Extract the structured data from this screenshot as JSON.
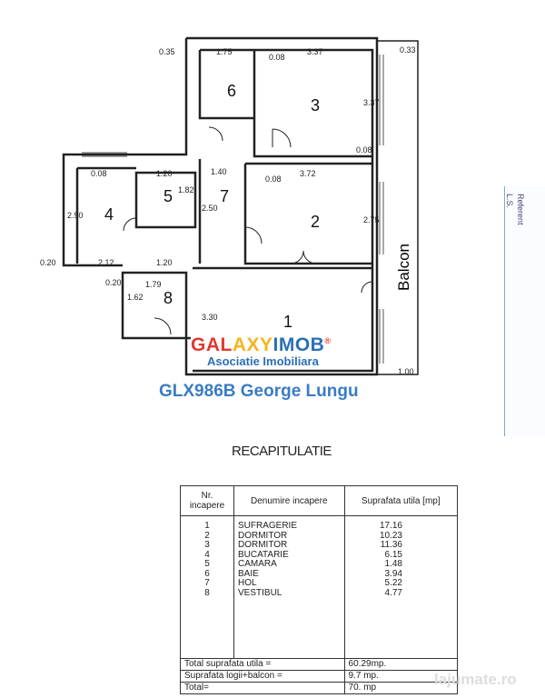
{
  "plan": {
    "rooms": [
      "1",
      "2",
      "3",
      "4",
      "5",
      "6",
      "7",
      "8"
    ],
    "balcony_label": "Balcon",
    "dimensions": [
      "0.35",
      "1.75",
      "0.08",
      "3.37",
      "0.33",
      "0.08",
      "3.72",
      "2.75",
      "2.90",
      "2.12",
      "1.20",
      "1.40",
      "1.62",
      "1.79",
      "3.30",
      "1.20",
      "0.20",
      "0.20",
      "2.50",
      "1.00",
      "3.37",
      "1.82",
      "0.08",
      "0.08"
    ]
  },
  "watermark": {
    "brand_parts": [
      "GAL",
      "AXY",
      "IMOB"
    ],
    "registered": "®",
    "tagline": "Asociatie Imobiliara",
    "agent": "GLX986B George Lungu",
    "site": "lajumate.ro"
  },
  "recap": {
    "title": "RECAPITULATIE",
    "headers": [
      "Nr. incapere",
      "Denumire incapere",
      "Suprafata utila [mp]"
    ],
    "rows": [
      {
        "nr": "1",
        "name": "SUFRAGERIE",
        "area": "17.16"
      },
      {
        "nr": "2",
        "name": "DORMITOR",
        "area": "10.23"
      },
      {
        "nr": "3",
        "name": "DORMITOR",
        "area": "11.36"
      },
      {
        "nr": "4",
        "name": "BUCATARIE",
        "area": "6.15"
      },
      {
        "nr": "5",
        "name": "CAMARA",
        "area": "1.48"
      },
      {
        "nr": "6",
        "name": "BAIE",
        "area": "3.94"
      },
      {
        "nr": "7",
        "name": "HOL",
        "area": "5.22"
      },
      {
        "nr": "8",
        "name": "VESTIBUL",
        "area": "4.77"
      }
    ],
    "totals": [
      {
        "label": "Total suprafata utila =",
        "value": "60.29mp."
      },
      {
        "label": "Suprafata logii+balcon =",
        "value": "9.7 mp."
      },
      {
        "label": "Total=",
        "value": "70. mp"
      }
    ]
  },
  "side_form": {
    "referent": "Referent",
    "ls": "L.S."
  }
}
